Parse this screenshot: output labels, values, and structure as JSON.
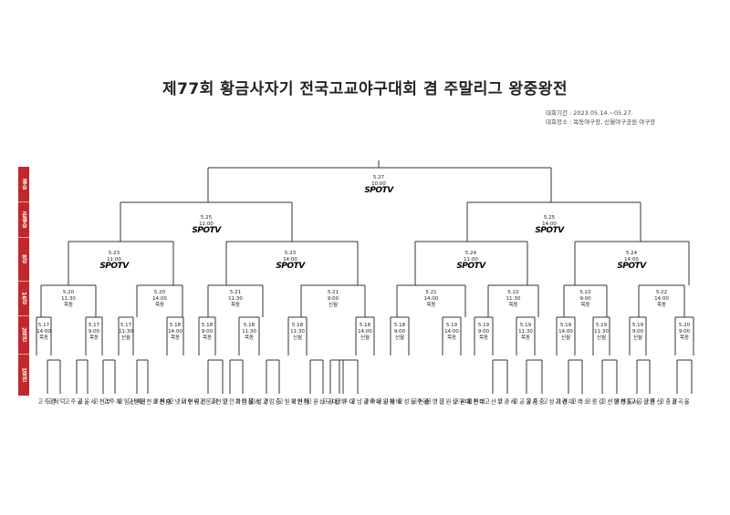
{
  "title": "제77회 황금사자기 전국고교야구대회 겸 주말리그 왕중왕전",
  "period": "대회기간 : 2023.05.14.~05.27.",
  "venue": "대회장소 : 목동야구장, 신월야구공원 야구장",
  "rounds": [
    "결승",
    "준결승",
    "8강",
    "16강",
    "2회전",
    "1회전"
  ],
  "broadcaster": "SPOTV",
  "teams": [
    "경주고",
    "덕적고",
    "공주고",
    "서울고",
    "부천고",
    "제주고",
    "예산일고",
    "신일고",
    "순천효천고",
    "대전고",
    "선린인터넷고",
    "덕수고",
    "휘문고",
    "인천고",
    "서울디자인고",
    "장안고",
    "경남고",
    "충암고",
    "천안북일고",
    "마산고",
    "대구상원고",
    "부산공고",
    "대구고",
    "나주광남고",
    "창원용마고",
    "배재고",
    "광주동성고",
    "순천고",
    "진영고",
    "대구상원고",
    "대전제일고",
    "부천고",
    "부산고",
    "세광고",
    "서울공고",
    "충훈고",
    "경기상고",
    "대전고",
    "소래고",
    "강릉고",
    "서울컨벤션고",
    "도개고",
    "안산공고",
    "신흥고",
    "장충고",
    "율곡고"
  ],
  "matches": {
    "final": {
      "date": "5.27",
      "time": "10:00"
    },
    "sf1": {
      "date": "5.25",
      "time": "11:00"
    },
    "sf2": {
      "date": "5.25",
      "time": "14:00"
    },
    "qf1": {
      "date": "5.23",
      "time": "11:00"
    },
    "qf2": {
      "date": "5.23",
      "time": "14:00"
    },
    "qf3": {
      "date": "5.24",
      "time": "11:00"
    },
    "qf4": {
      "date": "5.24",
      "time": "14:00"
    },
    "r16": [
      {
        "date": "5.20",
        "time": "11:30",
        "place": "목동"
      },
      {
        "date": "5.20",
        "time": "14:00",
        "place": "목동"
      },
      {
        "date": "5.21",
        "time": "11:30",
        "place": "목동"
      },
      {
        "date": "5.21",
        "time": "9:00",
        "place": "신월"
      },
      {
        "date": "5.21",
        "time": "14:00",
        "place": "목동"
      },
      {
        "date": "5.22",
        "time": "11:30",
        "place": "목동"
      },
      {
        "date": "5.22",
        "time": "9:00",
        "place": "목동"
      },
      {
        "date": "5.22",
        "time": "14:00",
        "place": "목동"
      }
    ],
    "r2": [
      {
        "date": "5.17",
        "time": "14:00",
        "place": "목동"
      },
      {
        "date": "5.17",
        "time": "9:00",
        "place": "목동"
      },
      {
        "date": "5.17",
        "time": "11:30",
        "place": "신월"
      },
      {
        "date": "5.18",
        "time": "14:00",
        "place": "목동"
      },
      {
        "date": "5.18",
        "time": "9:00",
        "place": "목동"
      },
      {
        "date": "5.18",
        "time": "11:30",
        "place": "목동"
      },
      {
        "date": "5.18",
        "time": "11:30",
        "place": "신월"
      },
      {
        "date": "5.18",
        "time": "14:00",
        "place": "신월"
      },
      {
        "date": "5.18",
        "time": "9:00",
        "place": "신월"
      },
      {
        "date": "5.19",
        "time": "14:00",
        "place": "목동"
      },
      {
        "date": "5.19",
        "time": "9:00",
        "place": "목동"
      },
      {
        "date": "5.19",
        "time": "11:30",
        "place": "목동"
      },
      {
        "date": "5.19",
        "time": "14:00",
        "place": "신월"
      },
      {
        "date": "5.19",
        "time": "11:30",
        "place": "신월"
      },
      {
        "date": "5.19",
        "time": "9:00",
        "place": "신월"
      },
      {
        "date": "5.20",
        "time": "9:00",
        "place": "목동"
      }
    ]
  }
}
